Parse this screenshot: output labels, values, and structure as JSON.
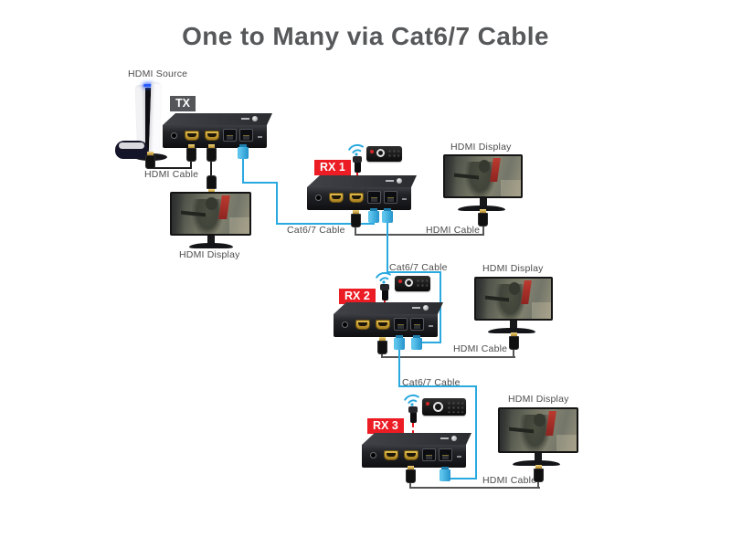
{
  "title": "One to Many via Cat6/7 Cable",
  "hdmi_source": {
    "label": "HDMI Source",
    "device": "game-console-ps5"
  },
  "tx": {
    "badge": "TX",
    "hdmi_cable_label": "HDMI Cable",
    "display_label": "HDMI Display"
  },
  "rx1": {
    "badge": "RX 1",
    "cat_cable_label": "Cat6/7 Cable",
    "hdmi_cable_label": "HDMI Cable",
    "display_label": "HDMI Display"
  },
  "rx2": {
    "badge": "RX 2",
    "cat_cable_label": "Cat6/7 Cable",
    "hdmi_cable_label": "HDMI Cable",
    "display_label": "HDMI Display"
  },
  "rx3": {
    "badge": "RX 3",
    "cat_cable_label": "Cat6/7 Cable",
    "hdmi_cable_label": "HDMI Cable",
    "display_label": "HDMI Display"
  },
  "colors": {
    "cat_cable_blue": "#29a9e0",
    "rx_badge_red": "#ec1c24",
    "tx_badge_gray": "#55565a",
    "ir_cable_red": "#e8141c",
    "title_text": "#57585a",
    "label_text": "#4c4c4c"
  }
}
